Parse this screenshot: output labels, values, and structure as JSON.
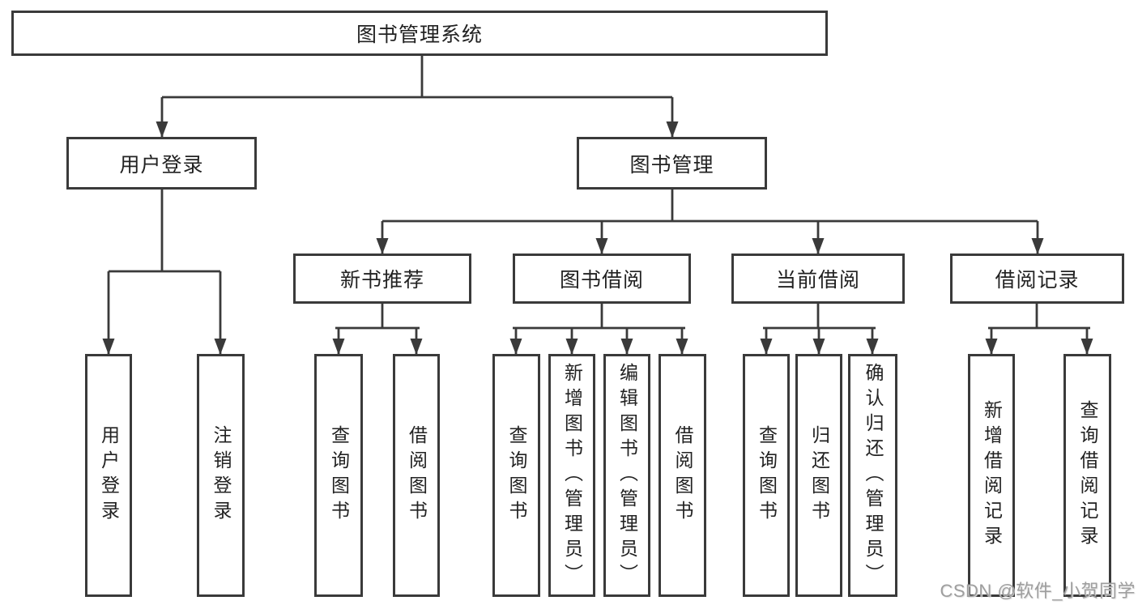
{
  "diagram": {
    "root": "图书管理系统",
    "branches": [
      {
        "label": "用户登录",
        "children": [
          "用户登录",
          "注销登录"
        ]
      },
      {
        "label": "图书管理",
        "children": [
          {
            "label": "新书推荐",
            "children": [
              "查询图书",
              "借阅图书"
            ]
          },
          {
            "label": "图书借阅",
            "children": [
              "查询图书",
              "新增图书（管理员）",
              "编辑图书（管理员）",
              "借阅图书"
            ]
          },
          {
            "label": "当前借阅",
            "children": [
              "查询图书",
              "归还图书",
              "确认归还（管理员）"
            ]
          },
          {
            "label": "借阅记录",
            "children": [
              "新增借阅记录",
              "查询借阅记录"
            ]
          }
        ]
      }
    ]
  },
  "watermark": "CSDN @软件_小贺同学",
  "colors": {
    "line": "#3a3a3a",
    "box_border": "#3a3a3a",
    "text": "#222222",
    "watermark": "#9e9e9e",
    "background": "#ffffff"
  }
}
